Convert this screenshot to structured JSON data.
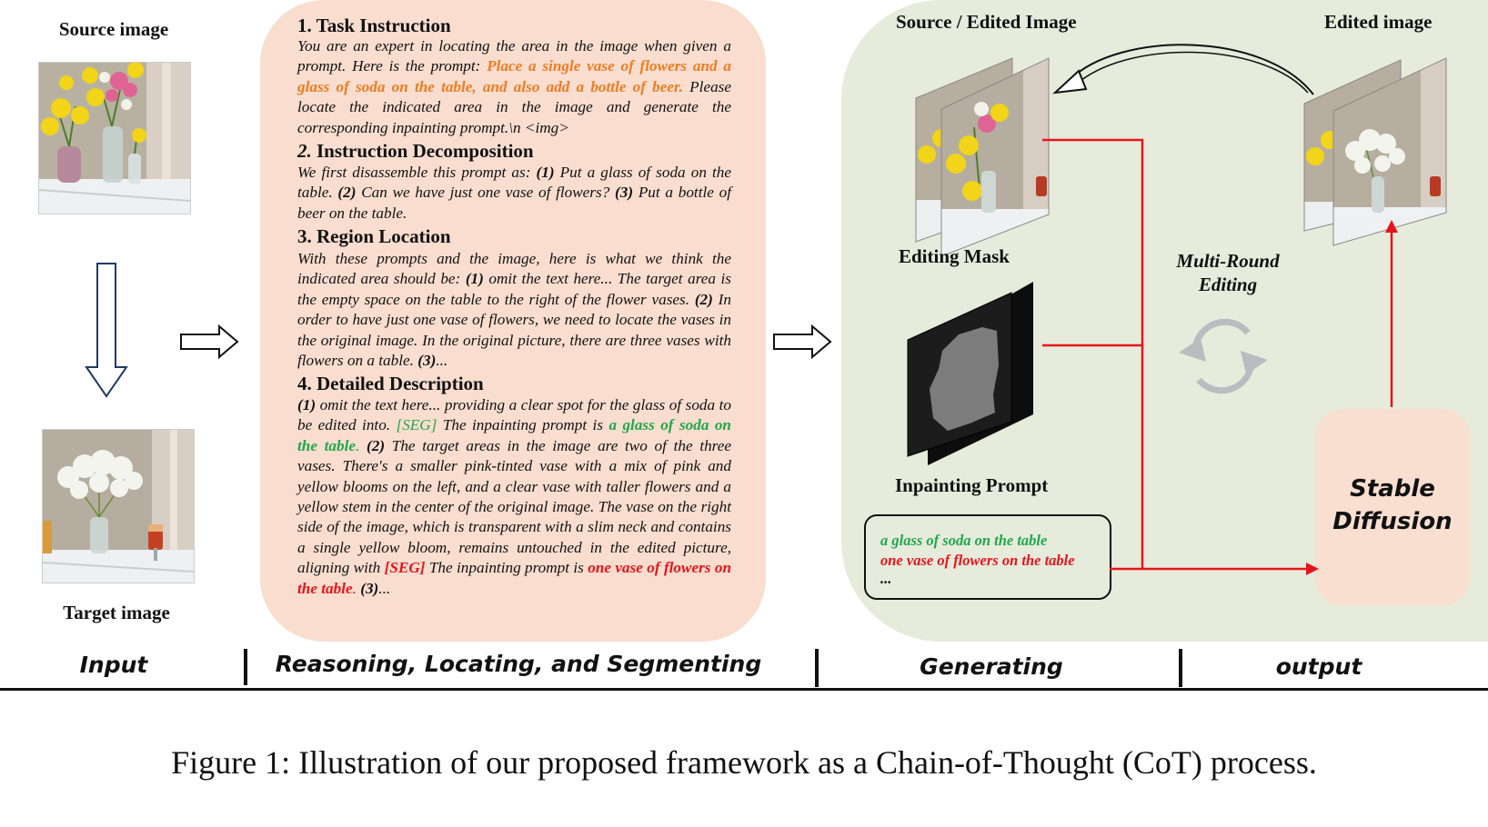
{
  "input": {
    "source_label": "Source image",
    "target_label": "Target image"
  },
  "reasoning": {
    "s1_title": "1. Task Instruction",
    "s1_text_a": "You are an expert in locating the area in the image when given a prompt. Here is the prompt: ",
    "s1_text_prompt": "Place a single vase of flowers and a glass of soda on the table, and also add a bottle of beer.",
    "s1_text_b": " Please locate the indicated area in the image and generate the corresponding inpainting prompt.\\n <img>",
    "s2_title_num": "2.",
    "s2_title_text": " Instruction Decomposition",
    "s2_a": "We first disassemble this prompt as: ",
    "s2_n1": "(1)",
    "s2_b": " Put a glass of soda on the table. ",
    "s2_n2": "(2)",
    "s2_c": " Can we have just one vase of flowers? ",
    "s2_n3": "(3)",
    "s2_d": " Put a bottle of beer on the table.",
    "s3_title": "3. Region Location",
    "s3_a": "With these prompts and the image, here is what we think the indicated area should be: ",
    "s3_n1": "(1)",
    "s3_b": " omit the text here... The target area is the empty space on the table to the right of the flower vases. ",
    "s3_n2": "(2)",
    "s3_c": " In order to have just one vase of flowers, we need to locate the vases in the original image. In the original picture, there are three vases with flowers on a table. ",
    "s3_n3": "(3)",
    "s3_d": "...",
    "s4_title": "4. Detailed Description",
    "s4_n1": "(1)",
    "s4_a": " omit the text here... providing a clear spot for the glass of soda to be edited into. ",
    "s4_seg1": "[SEG]",
    "s4_b": " The inpainting prompt is ",
    "s4_green": "a glass of soda on the table",
    "s4_c": ". ",
    "s4_n2": "(2)",
    "s4_d": " The target areas in the image are two of the three vases. There's a smaller pink-tinted vase with a mix of pink and yellow blooms on the left, and a clear vase with taller flowers and a yellow stem in the center of the original image. The vase on the right side of the image, which is transparent with a slim neck and contains a single yellow bloom, remains untouched in the edited picture, aligning with ",
    "s4_seg2": "[SEG]",
    "s4_e": " The inpainting prompt is ",
    "s4_red": "one vase of flowers on the table",
    "s4_f": ". ",
    "s4_n3": "(3)",
    "s4_g": "..."
  },
  "generating": {
    "source_edited_label": "Source / Edited Image",
    "edited_label": "Edited image",
    "mask_label": "Editing Mask",
    "multi_round_1": "Multi-Round",
    "multi_round_2": "Editing",
    "inpaint_label": "Inpainting Prompt",
    "prompt_line1": "a glass of soda on the table",
    "prompt_line2": "one vase of flowers on the table",
    "prompt_line3": "...",
    "sd_line1": "Stable",
    "sd_line2": "Diffusion"
  },
  "stages": {
    "input": "Input",
    "reasoning": "Reasoning, Locating, and Segmenting",
    "generating": "Generating",
    "output": "output"
  },
  "caption": "Figure 1: Illustration of our proposed framework as a Chain-of-Thought (CoT) process.",
  "colors": {
    "reason_panel": "#f9ddcf",
    "gen_panel": "#e6ebdc",
    "sd_box": "#f9dfcf",
    "orange": "#ee7d21",
    "green": "#20a84a",
    "red": "#e8141b"
  }
}
